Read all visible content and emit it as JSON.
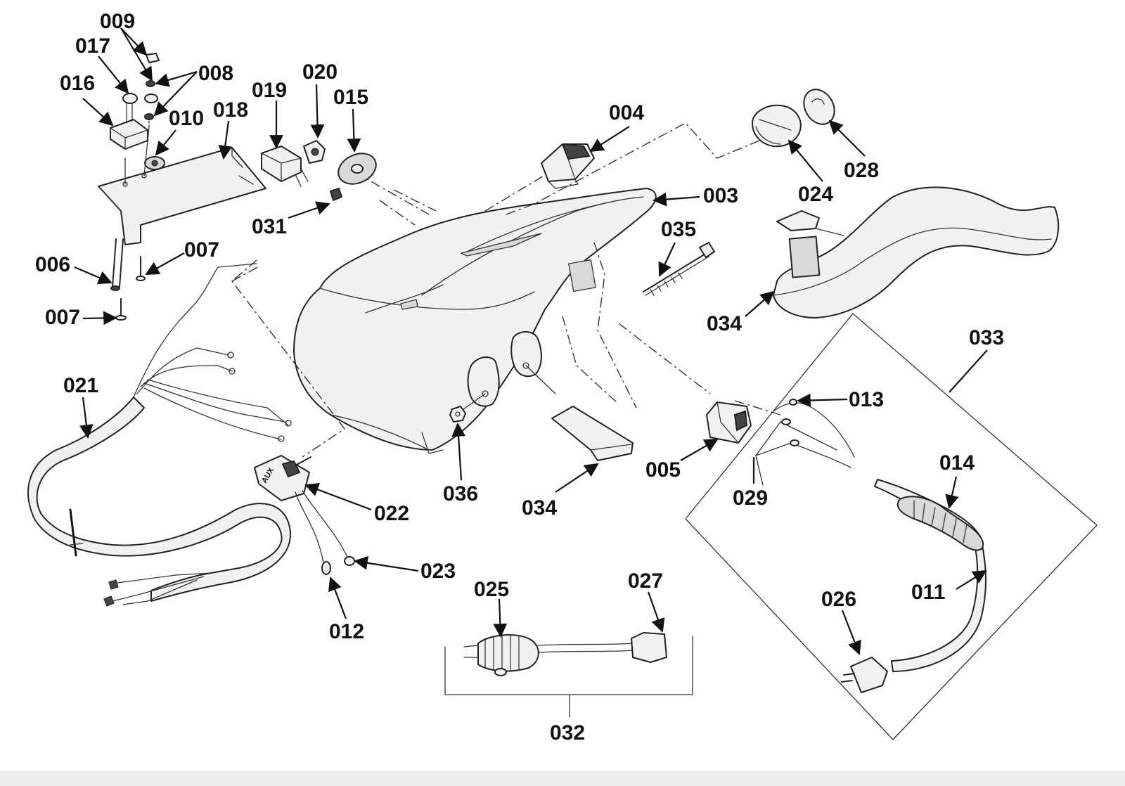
{
  "diagram": {
    "part_labels": {
      "p003": "003",
      "p004": "004",
      "p005": "005",
      "p006": "006",
      "p007a": "007",
      "p007b": "007",
      "p008": "008",
      "p009": "009",
      "p010": "010",
      "p011": "011",
      "p012": "012",
      "p013": "013",
      "p014": "014",
      "p015": "015",
      "p016": "016",
      "p017": "017",
      "p018": "018",
      "p019": "019",
      "p020": "020",
      "p021": "021",
      "p022": "022",
      "p023": "023",
      "p024": "024",
      "p025": "025",
      "p026": "026",
      "p027": "027",
      "p028": "028",
      "p029": "029",
      "p031": "031",
      "p032": "032",
      "p033": "033",
      "p034a": "034",
      "p034b": "034",
      "p035": "035",
      "p036": "036"
    },
    "switch_marking": "AUX",
    "colors": {
      "ink": "#222222",
      "background": "#ffffff"
    }
  }
}
